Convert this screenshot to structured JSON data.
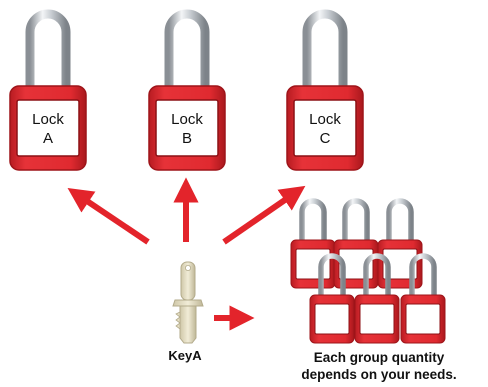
{
  "locks": [
    {
      "word": "Lock",
      "letter": "A"
    },
    {
      "word": "Lock",
      "letter": "B"
    },
    {
      "word": "Lock",
      "letter": "C"
    }
  ],
  "key": {
    "label": "Key",
    "letter": "A"
  },
  "note": {
    "line1": "Each group quantity",
    "line2": "depends on your needs."
  },
  "colors": {
    "lock_body": "#e3242b",
    "lock_body_dark": "#b51a20",
    "label_panel": "#ffffff",
    "arrow": "#e3242b",
    "shackle": "#c8ccd0",
    "key": "#e6dfc4"
  },
  "icons": {
    "large_locks": "padlock-icon",
    "small_locks": "padlock-icon",
    "key": "key-icon",
    "arrows": "arrow-icon"
  },
  "small_lock_count": 6
}
